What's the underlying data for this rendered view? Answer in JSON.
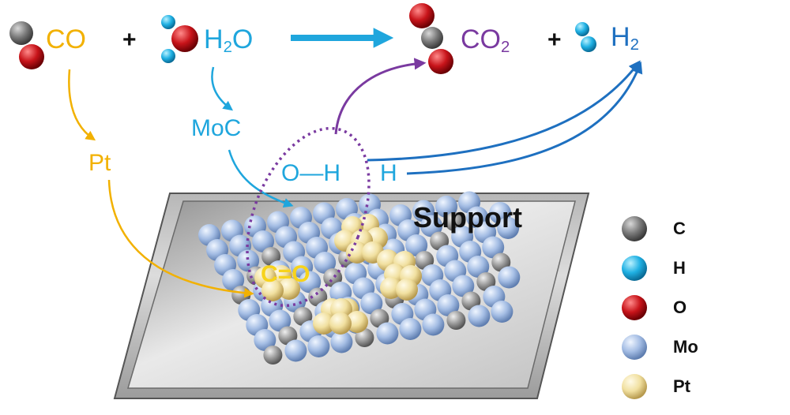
{
  "equation": {
    "reactant1": "CO",
    "plus1": "+",
    "reactant2_main": "H",
    "reactant2_sub": "2",
    "reactant2_tail": "O",
    "product1_main": "CO",
    "product1_sub": "2",
    "plus2": "+",
    "product2_main": "H",
    "product2_sub": "2"
  },
  "intermediates": {
    "moc": "MoC",
    "pt": "Pt",
    "oh": "O—H",
    "h": "H",
    "co_adsorbed": "C=O"
  },
  "support_label": "Support",
  "legend": [
    {
      "symbol": "C",
      "color": "#8a8a8a"
    },
    {
      "symbol": "H",
      "color": "#27b6e6"
    },
    {
      "symbol": "O",
      "color": "#c8141a"
    },
    {
      "symbol": "Mo",
      "color": "#a9c1e6"
    },
    {
      "symbol": "Pt",
      "color": "#f3e4a8"
    }
  ],
  "colors": {
    "co_path": "#f2b100",
    "h2o_path": "#1fa6dd",
    "co2_path": "#7a3aa0",
    "h2_path": "#1e70c0"
  }
}
